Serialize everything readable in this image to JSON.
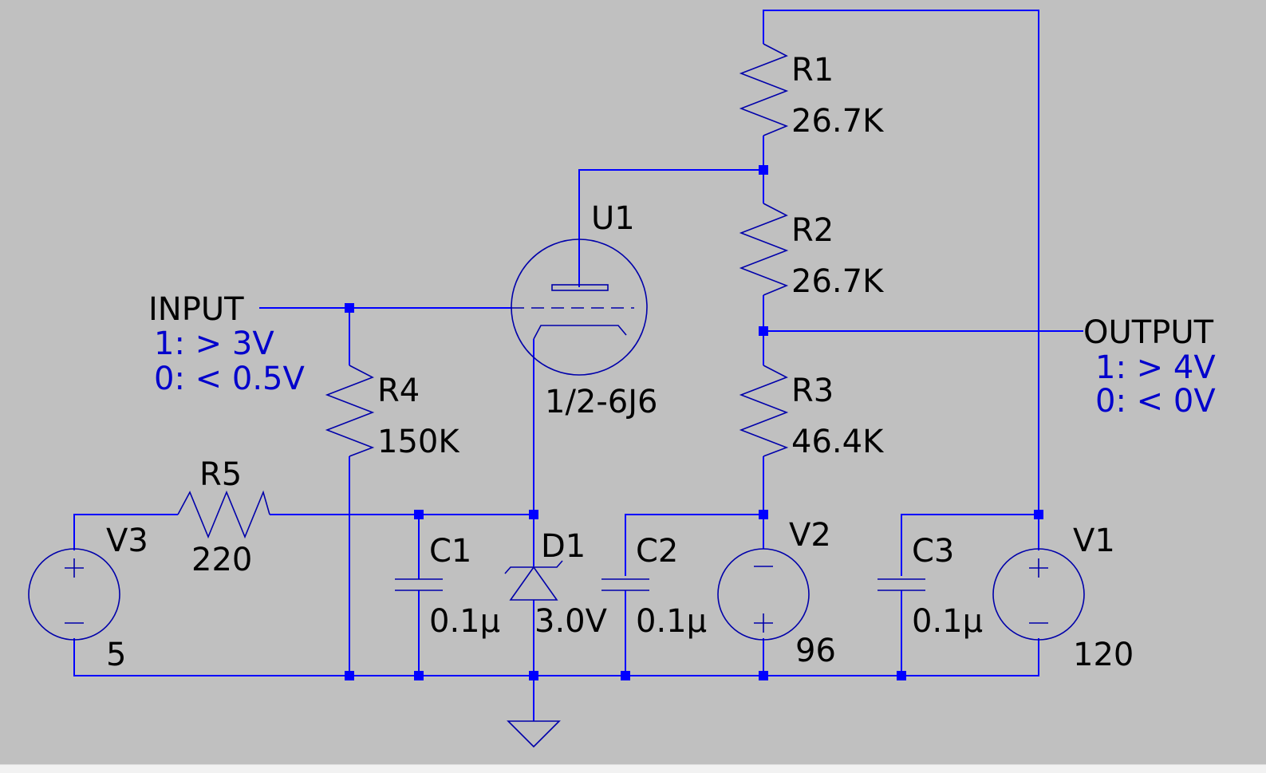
{
  "colors": {
    "background": "#c0c0c0",
    "wire": "#0000ff",
    "component": "#0000aa",
    "label": "#000000",
    "annotation": "#0000cc"
  },
  "components": {
    "R1": {
      "name": "R1",
      "value": "26.7K"
    },
    "R2": {
      "name": "R2",
      "value": "26.7K"
    },
    "R3": {
      "name": "R3",
      "value": "46.4K"
    },
    "R4": {
      "name": "R4",
      "value": "150K"
    },
    "R5": {
      "name": "R5",
      "value": "220"
    },
    "U1": {
      "name": "U1",
      "value": "1/2-6J6"
    },
    "C1": {
      "name": "C1",
      "value": "0.1µ"
    },
    "C2": {
      "name": "C2",
      "value": "0.1µ"
    },
    "C3": {
      "name": "C3",
      "value": "0.1µ"
    },
    "D1": {
      "name": "D1",
      "value": "3.0V"
    },
    "V1": {
      "name": "V1",
      "value": "120"
    },
    "V2": {
      "name": "V2",
      "value": "96"
    },
    "V3": {
      "name": "V3",
      "value": "5"
    }
  },
  "labels": {
    "input": {
      "name": "INPUT",
      "line1": "1: > 3V",
      "line2": "0: < 0.5V"
    },
    "output": {
      "name": "OUTPUT",
      "line1": "1: > 4V",
      "line2": "0: < 0V"
    }
  }
}
